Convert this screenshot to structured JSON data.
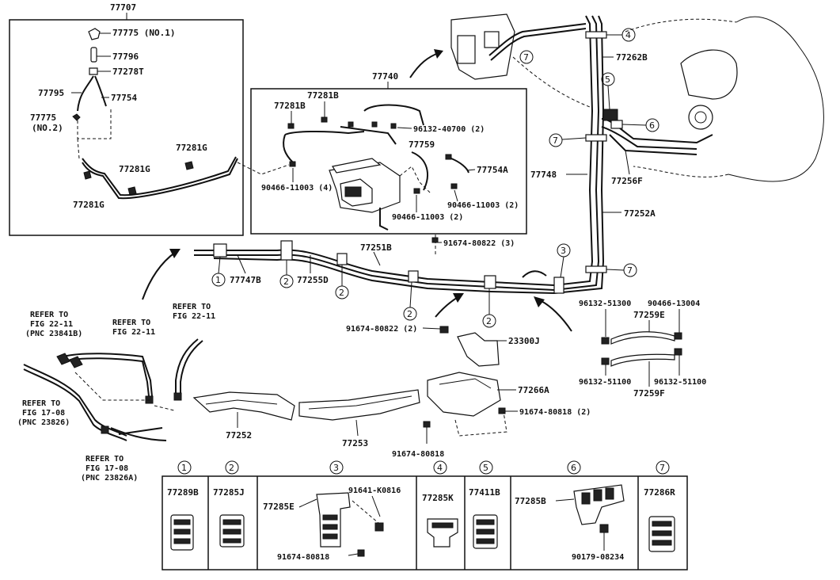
{
  "inset_box": {
    "title": "77707",
    "labels": [
      "77775 (NO.1)",
      "77796",
      "77278T",
      "77795",
      "77754",
      "77775",
      "(NO.2)",
      "77281G",
      "77281G",
      "77281G"
    ]
  },
  "canister_box": {
    "title": "77740",
    "labels": [
      "77281B",
      "77281B",
      "96132-40700 (2)",
      "77759",
      "77754A",
      "90466-11003 (4)",
      "90466-11003 (2)",
      "90466-11003 (2)"
    ]
  },
  "main_labels": {
    "l_77262B": "77262B",
    "l_77256F": "77256F",
    "l_77748": "77748",
    "l_77252A": "77252A",
    "l_77251B": "77251B",
    "l_91674_80822_3": "91674-80822 (3)",
    "l_77747B": "77747B",
    "l_77255D": "77255D",
    "l_91674_80822_2": "91674-80822 (2)",
    "l_23300J": "23300J",
    "l_77266A": "77266A",
    "l_91674_80818_2": "91674-80818 (2)",
    "l_91674_80818": "91674-80818",
    "l_77252": "77252",
    "l_77253": "77253",
    "l_96132_51300": "96132-51300",
    "l_90466_13004": "90466-13004",
    "l_77259E": "77259E",
    "l_96132_51100a": "96132-51100",
    "l_96132_51100b": "96132-51100",
    "l_77259F": "77259F"
  },
  "refer_notes": {
    "refer_22_11_a": [
      "REFER TO",
      "FIG 22-11",
      "(PNC 23841B)"
    ],
    "refer_22_11_b": [
      "REFER TO",
      "FIG 22-11"
    ],
    "refer_22_11_c": [
      "REFER TO",
      "FIG 22-11"
    ],
    "refer_17_08_a": [
      "REFER TO",
      "FIG 17-08",
      "(PNC 23826)"
    ],
    "refer_17_08_b": [
      "REFER TO",
      "FIG 17-08",
      "(PNC 23826A)"
    ]
  },
  "callouts": {
    "c1": "1",
    "c2": "2",
    "c3": "3",
    "c4": "4",
    "c5": "5",
    "c6": "6",
    "c7": "7"
  },
  "legend": {
    "headers": [
      "1",
      "2",
      "3",
      "4",
      "5",
      "6",
      "7"
    ],
    "cells": [
      {
        "parts": [
          "77289B"
        ]
      },
      {
        "parts": [
          "77285J"
        ]
      },
      {
        "parts": [
          "77285E",
          "91641-K0816",
          "91674-80818"
        ]
      },
      {
        "parts": [
          "77285K"
        ]
      },
      {
        "parts": [
          "77411B"
        ]
      },
      {
        "parts": [
          "77285B",
          "90179-08234"
        ]
      },
      {
        "parts": [
          "77286R"
        ]
      }
    ]
  }
}
